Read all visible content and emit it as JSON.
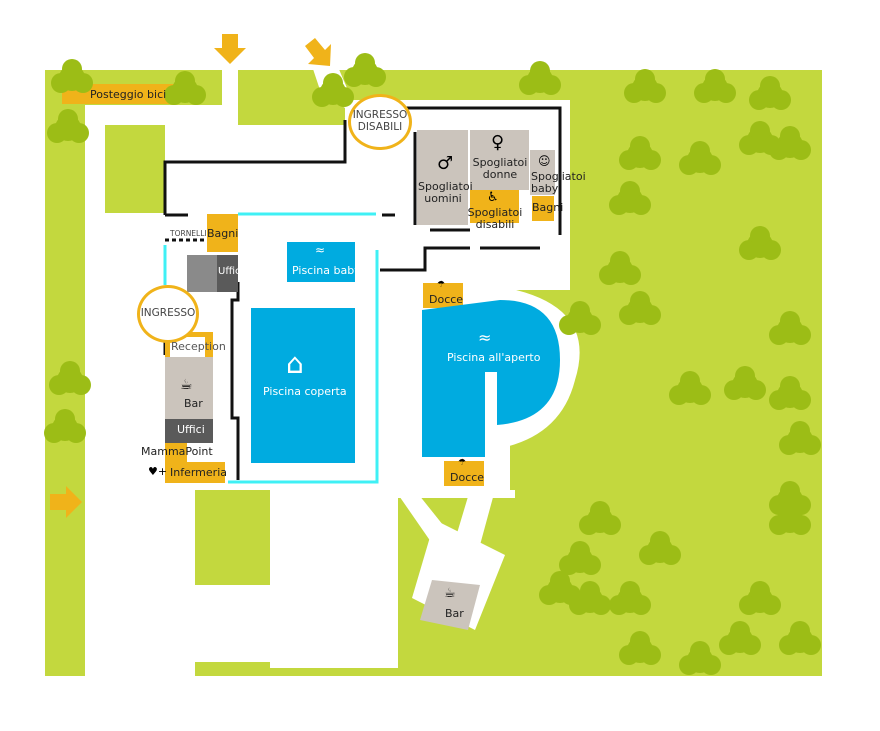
{
  "labels": {
    "posteggio_bici": "Posteggio bici",
    "ingresso_disabili": "INGRESSO DISABILI",
    "ingresso": "INGRESSO",
    "tornelli": "TORNELLI",
    "bagni_left": "Bagni",
    "uffici_top": "Uffici",
    "reception": "Reception",
    "bar_inside": "Bar",
    "uffici_bottom": "Uffici",
    "mammapoint": "MammaPoint",
    "infermeria": "Infermeria",
    "piscina_baby": "Piscina baby",
    "piscina_coperta": "Piscina coperta",
    "spogliatoi_uomini": "Spogliatoi uomini",
    "spogliatoi_donne": "Spogliatoi donne",
    "spogliatoi_baby": "Spogliatoi baby",
    "spogliatoi_disabili": "Spogliatoi disabili",
    "bagni_right": "Bagni",
    "docce_top": "Docce",
    "docce_bottom": "Docce",
    "piscina_aperto": "Piscina all'aperto",
    "bar_outside": "Bar"
  },
  "colors": {
    "grass": "#c3d83e",
    "tree": "#9cbd16",
    "orange": "#f0b31a",
    "room_gray": "#cbc4bc",
    "dark_gray": "#5a5a5a",
    "pool_blue": "#00abe0",
    "cyan_wall": "#3ff0f5"
  }
}
